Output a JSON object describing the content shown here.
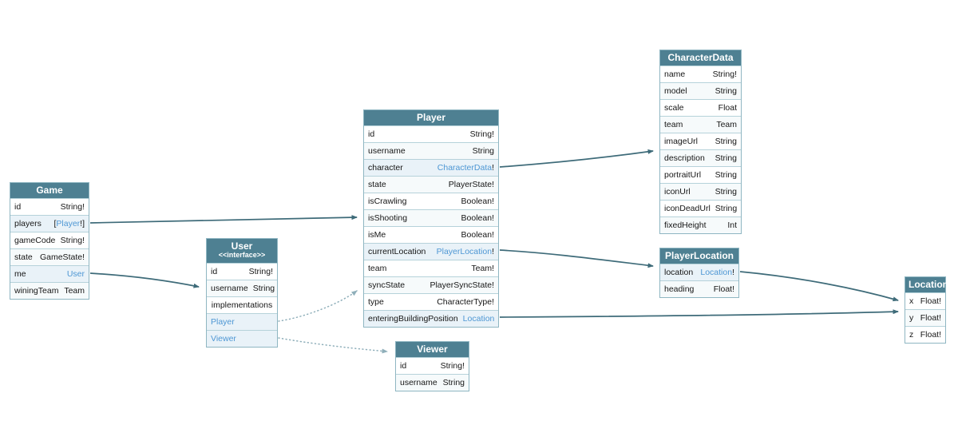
{
  "colors": {
    "header_bg": "#4e8092",
    "link": "#4e97d4",
    "edge": "#3e6b79",
    "edge_dotted": "#8fafba",
    "row_border": "#b6d2da",
    "link_row_bg": "#e9f2f8"
  },
  "tables": [
    {
      "id": "Game",
      "title": "Game",
      "rows": [
        {
          "kind": "field",
          "name": "id",
          "parts": [
            {
              "t": "String!"
            }
          ]
        },
        {
          "kind": "field",
          "name": "players",
          "parts": [
            {
              "t": "["
            },
            {
              "t": "Player",
              "link": true
            },
            {
              "t": "!]"
            }
          ]
        },
        {
          "kind": "field",
          "name": "gameCode",
          "parts": [
            {
              "t": "String!"
            }
          ]
        },
        {
          "kind": "field",
          "name": "state",
          "parts": [
            {
              "t": "GameState!"
            }
          ]
        },
        {
          "kind": "field",
          "name": "me",
          "parts": [
            {
              "t": "User",
              "link": true
            }
          ]
        },
        {
          "kind": "field",
          "name": "winingTeam",
          "parts": [
            {
              "t": "Team"
            }
          ]
        }
      ]
    },
    {
      "id": "User",
      "title": "User",
      "subtitle": "<<interface>>",
      "rows": [
        {
          "kind": "field",
          "name": "id",
          "parts": [
            {
              "t": "String!"
            }
          ]
        },
        {
          "kind": "field",
          "name": "username",
          "parts": [
            {
              "t": "String"
            }
          ]
        },
        {
          "kind": "section",
          "text": "implementations"
        },
        {
          "kind": "link",
          "text": "Player"
        },
        {
          "kind": "link",
          "text": "Viewer"
        }
      ]
    },
    {
      "id": "Player",
      "title": "Player",
      "rows": [
        {
          "kind": "field",
          "name": "id",
          "parts": [
            {
              "t": "String!"
            }
          ]
        },
        {
          "kind": "field",
          "name": "username",
          "parts": [
            {
              "t": "String"
            }
          ]
        },
        {
          "kind": "field",
          "name": "character",
          "parts": [
            {
              "t": "CharacterData",
              "link": true
            },
            {
              "t": "!"
            }
          ]
        },
        {
          "kind": "field",
          "name": "state",
          "parts": [
            {
              "t": "PlayerState!"
            }
          ]
        },
        {
          "kind": "field",
          "name": "isCrawling",
          "parts": [
            {
              "t": "Boolean!"
            }
          ]
        },
        {
          "kind": "field",
          "name": "isShooting",
          "parts": [
            {
              "t": "Boolean!"
            }
          ]
        },
        {
          "kind": "field",
          "name": "isMe",
          "parts": [
            {
              "t": "Boolean!"
            }
          ]
        },
        {
          "kind": "field",
          "name": "currentLocation",
          "parts": [
            {
              "t": "PlayerLocation",
              "link": true
            },
            {
              "t": "!"
            }
          ]
        },
        {
          "kind": "field",
          "name": "team",
          "parts": [
            {
              "t": "Team!"
            }
          ]
        },
        {
          "kind": "field",
          "name": "syncState",
          "parts": [
            {
              "t": "PlayerSyncState!"
            }
          ]
        },
        {
          "kind": "field",
          "name": "type",
          "parts": [
            {
              "t": "CharacterType!"
            }
          ]
        },
        {
          "kind": "field",
          "name": "enteringBuildingPosition",
          "parts": [
            {
              "t": "Location",
              "link": true
            }
          ]
        }
      ]
    },
    {
      "id": "Viewer",
      "title": "Viewer",
      "rows": [
        {
          "kind": "field",
          "name": "id",
          "parts": [
            {
              "t": "String!"
            }
          ]
        },
        {
          "kind": "field",
          "name": "username",
          "parts": [
            {
              "t": "String"
            }
          ]
        }
      ]
    },
    {
      "id": "CharacterData",
      "title": "CharacterData",
      "rows": [
        {
          "kind": "field",
          "name": "name",
          "parts": [
            {
              "t": "String!"
            }
          ]
        },
        {
          "kind": "field",
          "name": "model",
          "parts": [
            {
              "t": "String"
            }
          ]
        },
        {
          "kind": "field",
          "name": "scale",
          "parts": [
            {
              "t": "Float"
            }
          ]
        },
        {
          "kind": "field",
          "name": "team",
          "parts": [
            {
              "t": "Team"
            }
          ]
        },
        {
          "kind": "field",
          "name": "imageUrl",
          "parts": [
            {
              "t": "String"
            }
          ]
        },
        {
          "kind": "field",
          "name": "description",
          "parts": [
            {
              "t": "String"
            }
          ]
        },
        {
          "kind": "field",
          "name": "portraitUrl",
          "parts": [
            {
              "t": "String"
            }
          ]
        },
        {
          "kind": "field",
          "name": "iconUrl",
          "parts": [
            {
              "t": "String"
            }
          ]
        },
        {
          "kind": "field",
          "name": "iconDeadUrl",
          "parts": [
            {
              "t": "String"
            }
          ]
        },
        {
          "kind": "field",
          "name": "fixedHeight",
          "parts": [
            {
              "t": "Int"
            }
          ]
        }
      ]
    },
    {
      "id": "PlayerLocation",
      "title": "PlayerLocation",
      "rows": [
        {
          "kind": "field",
          "name": "location",
          "parts": [
            {
              "t": "Location",
              "link": true
            },
            {
              "t": "!"
            }
          ]
        },
        {
          "kind": "field",
          "name": "heading",
          "parts": [
            {
              "t": "Float!"
            }
          ]
        }
      ]
    },
    {
      "id": "Location",
      "title": "Location",
      "rows": [
        {
          "kind": "field",
          "name": "x",
          "parts": [
            {
              "t": "Float!"
            }
          ]
        },
        {
          "kind": "field",
          "name": "y",
          "parts": [
            {
              "t": "Float!"
            }
          ]
        },
        {
          "kind": "field",
          "name": "z",
          "parts": [
            {
              "t": "Float!"
            }
          ]
        }
      ]
    }
  ],
  "edges": [
    {
      "from": "Game.players",
      "to": "Player",
      "style": "solid"
    },
    {
      "from": "Game.me",
      "to": "User",
      "style": "solid"
    },
    {
      "from": "User.Player",
      "to": "Player",
      "style": "dotted"
    },
    {
      "from": "User.Viewer",
      "to": "Viewer",
      "style": "dotted"
    },
    {
      "from": "Player.character",
      "to": "CharacterData",
      "style": "solid"
    },
    {
      "from": "Player.currentLocation",
      "to": "PlayerLocation",
      "style": "solid"
    },
    {
      "from": "Player.enteringBuildingPosition",
      "to": "Location",
      "style": "solid"
    },
    {
      "from": "PlayerLocation.location",
      "to": "Location",
      "style": "solid"
    }
  ]
}
